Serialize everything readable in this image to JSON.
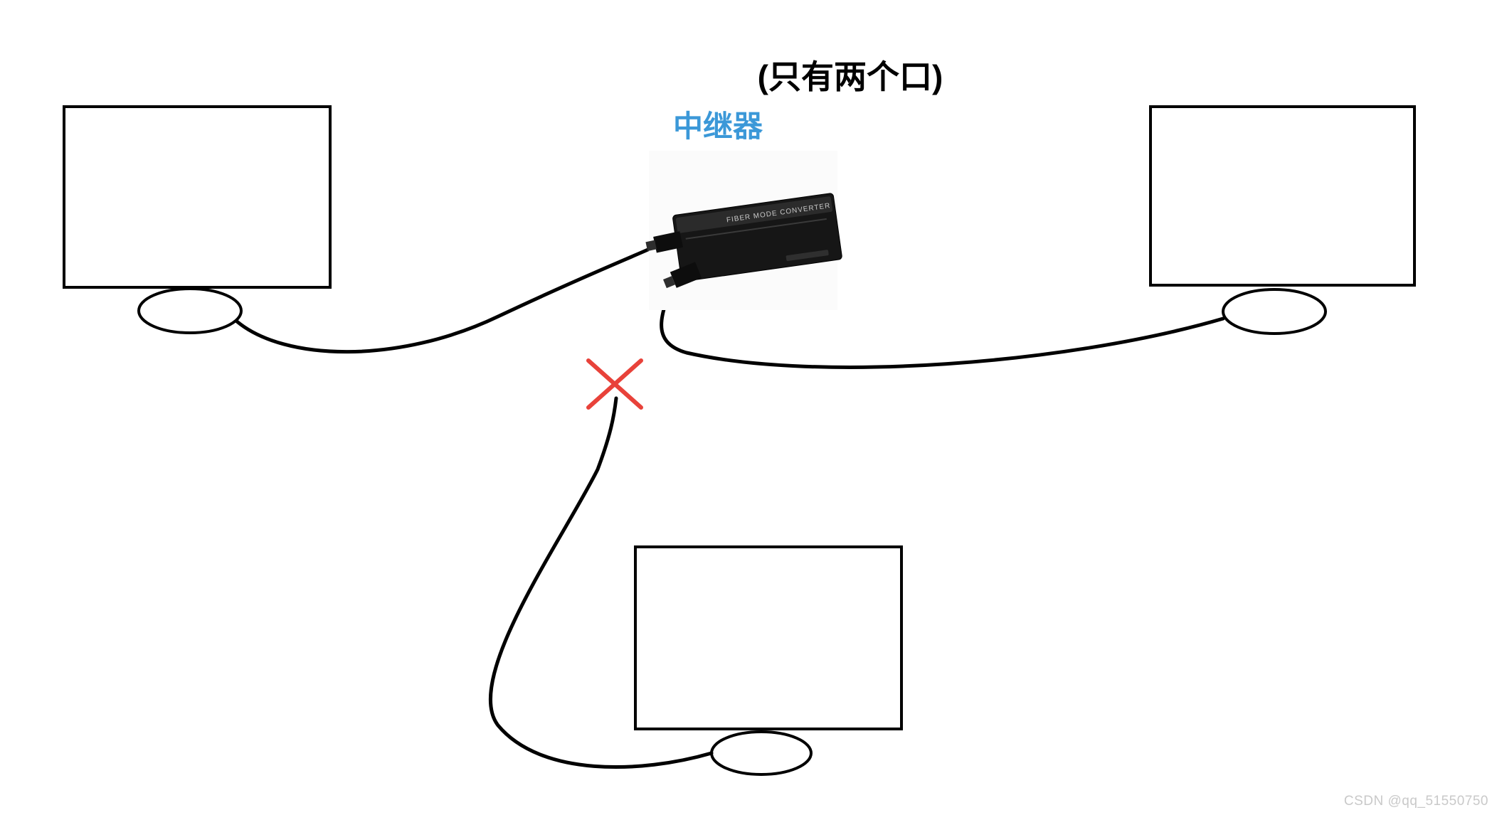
{
  "title": "(只有两个口)",
  "repeater": {
    "label": "中继器",
    "device_text": "FIBER MODE CONVERTER"
  },
  "cross": {
    "meaning": "connection-not-allowed"
  },
  "watermark": "CSDN @qq_51550750",
  "colors": {
    "repeater_label_blue": "#3b98d8",
    "cross_red": "#e8423a",
    "cable_black": "#000000",
    "watermark_gray": "#c9c9c9"
  }
}
